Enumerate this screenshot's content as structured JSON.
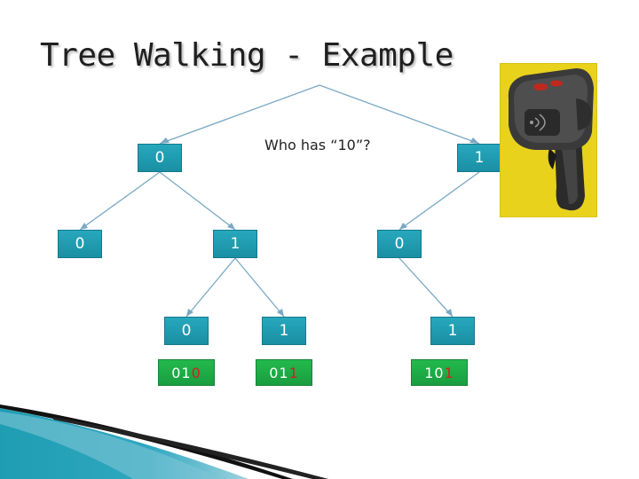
{
  "title": "Tree Walking - Example",
  "query": {
    "prefix": "Who has “",
    "value": "10",
    "suffix": "”?"
  },
  "tree": {
    "level1": [
      {
        "label": "0"
      },
      {
        "label": "1"
      }
    ],
    "level2": [
      {
        "label": "0"
      },
      {
        "label": "1"
      },
      {
        "label": "0"
      }
    ],
    "level3": [
      {
        "label": "0"
      },
      {
        "label": "1"
      },
      {
        "label": "1"
      }
    ],
    "tags": [
      {
        "prefix": "01",
        "last": "0"
      },
      {
        "prefix": "01",
        "last": "1"
      },
      {
        "prefix": "10",
        "last": "1"
      }
    ]
  },
  "colors": {
    "node": "#1f9db2",
    "tag": "#20a844",
    "tag_last_digit": "#d42020",
    "edge": "#7aa8c4",
    "scanner_background": "#e8d21c"
  },
  "icons": {
    "scanner": "barcode-scanner-icon"
  }
}
